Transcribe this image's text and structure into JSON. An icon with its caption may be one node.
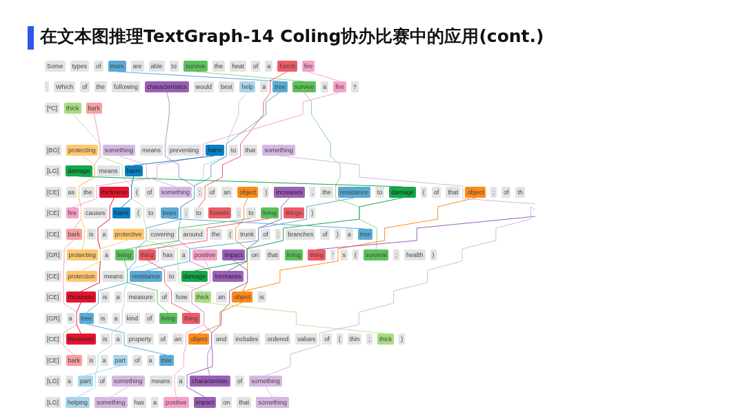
{
  "diagram": {
    "title": "在文本图推理TextGraph-14 Coling协办比赛中的应用(cont.)",
    "nodes": [
      {
        "text": [
          "Some"
        ]
      },
      {
        "text": [
          "types"
        ]
      },
      {
        "text": [
          "of"
        ]
      },
      {
        "text": [
          "trees"
        ]
      },
      {
        "text": [
          "are"
        ]
      },
      {
        "text": [
          "able"
        ]
      },
      {
        "text": [
          "to"
        ]
      },
      {
        "text": [
          "survive"
        ]
      },
      {
        "text": [
          "the"
        ]
      },
      {
        "text": [
          "heat"
        ]
      },
      {
        "text": [
          "of"
        ]
      },
      {
        "text": [
          "a"
        ]
      },
      {
        "text": [
          "forest"
        ]
      },
      {
        "text": [
          "fire"
        ]
      },
      {
        "text": [],
        "shape": "box"
      },
      {
        "text": [
          "Which"
        ]
      },
      {
        "text": [
          "of"
        ]
      },
      {
        "text": [
          "the"
        ]
      },
      {
        "text": [
          "following"
        ]
      },
      {
        "text": [
          "characteristics"
        ]
      },
      {
        "text": [
          "would"
        ]
      },
      {
        "text": [
          "best"
        ]
      },
      {
        "text": [
          "help"
        ]
      },
      {
        "text": [
          "a"
        ]
      },
      {
        "text": [
          "tree"
        ]
      },
      {
        "text": [
          "survive"
        ]
      },
      {
        "text": [
          "a"
        ]
      },
      {
        "text": [
          "fire"
        ]
      },
      {
        "text": [
          "?"
        ]
      },
      {
        "text": [
          "[*C]"
        ]
      },
      {
        "text": [
          "thick"
        ]
      },
      {
        "text": [
          "bark"
        ]
      },
      {
        "text": [
          "[BG]"
        ]
      },
      {
        "text": [
          "protecting"
        ]
      },
      {
        "text": [
          "something"
        ]
      },
      {
        "text": [
          "means"
        ]
      },
      {
        "text": [
          "preventing"
        ]
      },
      {
        "text": [
          "harm"
        ]
      },
      {
        "text": [
          "to"
        ]
      },
      {
        "text": [
          "that"
        ]
      },
      {
        "text": [
          "something"
        ]
      },
      {
        "text": [
          "[LG]"
        ]
      },
      {
        "text": [
          "damage"
        ]
      },
      {
        "text": [
          "means"
        ]
      },
      {
        "text": [
          "harm"
        ]
      },
      {
        "text": [
          "[CE]"
        ]
      },
      {
        "text": [
          "as"
        ]
      },
      {
        "text": [
          "the"
        ]
      },
      {
        "text": [
          "thickness"
        ]
      },
      {
        "text": [
          "("
        ]
      },
      {
        "text": [
          "of"
        ]
      },
      {
        "text": [
          "something"
        ]
      },
      {
        "text": [
          ";"
        ]
      },
      {
        "text": [
          "of"
        ]
      },
      {
        "text": [
          "an"
        ]
      },
      {
        "text": [
          "object"
        ]
      },
      {
        "text": [
          ")"
        ]
      },
      {
        "text": [
          "increases"
        ]
      },
      {
        "text": [
          ","
        ]
      },
      {
        "text": [
          "the"
        ]
      },
      {
        "text": [
          "resistance"
        ]
      },
      {
        "text": [
          "to"
        ]
      },
      {
        "text": [
          "damage"
        ]
      },
      {
        "text": [
          "("
        ]
      },
      {
        "text": [
          "of"
        ]
      },
      {
        "text": [
          "that"
        ]
      },
      {
        "text": [
          "object"
        ]
      },
      {
        "text": [
          ";"
        ]
      },
      {
        "text": [
          "of"
        ]
      },
      {
        "text": [
          "th"
        ]
      },
      {
        "text": [
          "[CE]"
        ]
      },
      {
        "text": [
          "fire"
        ]
      },
      {
        "text": [
          "causes"
        ]
      },
      {
        "text": [
          "harm"
        ]
      },
      {
        "text": [
          "("
        ]
      },
      {
        "text": [
          "to"
        ]
      },
      {
        "text": [
          "trees"
        ]
      },
      {
        "text": [
          ";"
        ]
      },
      {
        "text": [
          "to"
        ]
      },
      {
        "text": [
          "forests"
        ]
      },
      {
        "text": [
          ";"
        ]
      },
      {
        "text": [
          "to"
        ]
      },
      {
        "text": [
          "living"
        ]
      },
      {
        "text": [
          "things"
        ]
      },
      {
        "text": [
          ")"
        ]
      },
      {
        "text": [
          "[CE]"
        ]
      },
      {
        "text": [
          "bark"
        ]
      },
      {
        "text": [
          "is"
        ]
      },
      {
        "text": [
          "a"
        ]
      },
      {
        "text": [
          "protective"
        ]
      },
      {
        "text": [
          "covering"
        ]
      },
      {
        "text": [
          "around"
        ]
      },
      {
        "text": [
          "the"
        ]
      },
      {
        "text": [
          "("
        ]
      },
      {
        "text": [
          "trunk"
        ]
      },
      {
        "text": [
          "of"
        ]
      },
      {
        "text": [
          ";"
        ]
      },
      {
        "text": [
          "branches"
        ]
      },
      {
        "text": [
          "of"
        ]
      },
      {
        "text": [
          ")"
        ]
      },
      {
        "text": [
          "a"
        ]
      },
      {
        "text": [
          "tree"
        ]
      },
      {
        "text": [
          "[GR]"
        ]
      },
      {
        "text": [
          "protecting"
        ]
      },
      {
        "text": [
          "a"
        ]
      },
      {
        "text": [
          "living"
        ]
      },
      {
        "text": [
          "thing"
        ]
      },
      {
        "text": [
          "has"
        ]
      },
      {
        "text": [
          "a"
        ]
      },
      {
        "text": [
          "positive"
        ]
      },
      {
        "text": [
          "impact"
        ]
      },
      {
        "text": [
          "on"
        ]
      },
      {
        "text": [
          "that"
        ]
      },
      {
        "text": [
          "living"
        ]
      },
      {
        "text": [
          "thing"
        ]
      },
      {
        "text": [
          "'"
        ]
      },
      {
        "text": [
          "s"
        ]
      },
      {
        "text": [
          "("
        ]
      },
      {
        "text": [
          "survival"
        ]
      },
      {
        "text": [
          ";"
        ]
      },
      {
        "text": [
          "health"
        ]
      },
      {
        "text": [
          ")"
        ]
      },
      {
        "text": [
          "[CE]"
        ]
      },
      {
        "text": [
          "protection"
        ]
      },
      {
        "text": [
          "means"
        ]
      },
      {
        "text": [
          "resistance"
        ]
      },
      {
        "text": [
          "to"
        ]
      },
      {
        "text": [
          "damage"
        ]
      },
      {
        "text": [
          "increases"
        ]
      },
      {
        "text": [
          "[CE]"
        ]
      },
      {
        "text": [
          "thickness"
        ]
      },
      {
        "text": [
          "is"
        ]
      },
      {
        "text": [
          "a"
        ]
      },
      {
        "text": [
          "measure"
        ]
      },
      {
        "text": [
          "of"
        ]
      },
      {
        "text": [
          "how"
        ]
      },
      {
        "text": [
          "thick"
        ]
      },
      {
        "text": [
          "an"
        ]
      },
      {
        "text": [
          "object"
        ]
      },
      {
        "text": [
          "is"
        ]
      },
      {
        "text": [
          "[GR]"
        ]
      },
      {
        "text": [
          "a"
        ]
      },
      {
        "text": [
          "tree"
        ]
      },
      {
        "text": [
          "is"
        ]
      },
      {
        "text": [
          "a"
        ]
      },
      {
        "text": [
          "kind"
        ]
      },
      {
        "text": [
          "of"
        ]
      },
      {
        "text": [
          "living"
        ]
      },
      {
        "text": [
          "thing"
        ]
      },
      {
        "text": [
          "[CE]"
        ]
      },
      {
        "text": [
          "thickness"
        ]
      },
      {
        "text": [
          "is"
        ]
      },
      {
        "text": [
          "a"
        ]
      },
      {
        "text": [
          "property"
        ]
      },
      {
        "text": [
          "of"
        ]
      },
      {
        "text": [
          "an"
        ]
      },
      {
        "text": [
          "object"
        ]
      },
      {
        "text": [
          "and"
        ]
      },
      {
        "text": [
          "includes"
        ]
      },
      {
        "text": [
          "ordered"
        ]
      },
      {
        "text": [
          "values"
        ]
      },
      {
        "text": [
          "of"
        ]
      },
      {
        "text": [
          "("
        ]
      },
      {
        "text": [
          "thin"
        ]
      },
      {
        "text": [
          ";"
        ]
      },
      {
        "text": [
          "thick"
        ]
      },
      {
        "text": [
          ")"
        ]
      },
      {
        "text": [
          "[CE]"
        ]
      },
      {
        "text": [
          "bark"
        ]
      },
      {
        "text": [
          "is"
        ]
      },
      {
        "text": [
          "a"
        ]
      },
      {
        "text": [
          "part"
        ]
      },
      {
        "text": [
          "of"
        ]
      },
      {
        "text": [
          "a"
        ]
      },
      {
        "text": [
          "tree"
        ]
      },
      {
        "text": [
          "[LG]"
        ]
      },
      {
        "text": [
          "a"
        ]
      },
      {
        "text": [
          "part"
        ]
      },
      {
        "text": [
          "of"
        ]
      },
      {
        "text": [
          "something"
        ]
      },
      {
        "text": [
          "means"
        ]
      },
      {
        "text": [
          "a"
        ]
      },
      {
        "text": [
          "characteristic"
        ]
      },
      {
        "text": [
          "of"
        ]
      },
      {
        "text": [
          "something"
        ]
      },
      {
        "text": [
          "[LG]"
        ]
      },
      {
        "text": [
          "helping"
        ]
      },
      {
        "text": [
          "something"
        ]
      },
      {
        "text": [
          "has"
        ]
      },
      {
        "text": [
          "a"
        ]
      },
      {
        "text": [
          "positive"
        ]
      },
      {
        "text": [
          "impact"
        ]
      },
      {
        "text": [
          "on"
        ]
      },
      {
        "text": [
          "that"
        ]
      },
      {
        "text": [
          "something"
        ]
      }
    ],
    "edges": [
      {
        "from": 3,
        "to": 24,
        "arrow": "none",
        "color": "#5aaad6"
      },
      {
        "from": 7,
        "to": 25,
        "arrow": "none",
        "color": "#8fd48f"
      },
      {
        "from": 13,
        "to": 27,
        "arrow": "none",
        "color": "#f7a1c9"
      },
      {
        "from": 12,
        "to": 78,
        "arrow": "none",
        "color": "#f05a66"
      },
      {
        "from": 27,
        "to": 71,
        "arrow": "none",
        "color": "#f7a1c9"
      },
      {
        "from": 25,
        "to": 118,
        "arrow": "none",
        "color": "#8fd48f"
      },
      {
        "from": 19,
        "to": 182,
        "arrow": "none",
        "color": "#b48ccc"
      },
      {
        "from": 22,
        "to": 186,
        "arrow": "none",
        "color": "#a9d4ec"
      },
      {
        "from": 24,
        "to": 142,
        "arrow": "none",
        "color": "#5aaad6"
      },
      {
        "from": 30,
        "to": 136,
        "arrow": "none",
        "color": "#b8e398"
      },
      {
        "from": 31,
        "to": 86,
        "arrow": "none",
        "color": "#f6a0a0"
      },
      {
        "from": 37,
        "to": 44,
        "arrow": "none",
        "color": "#0a7fc4"
      },
      {
        "from": 44,
        "to": 73,
        "arrow": "none",
        "color": "#0a7fc4"
      },
      {
        "from": 42,
        "to": 62,
        "arrow": "none",
        "color": "#14a84a"
      },
      {
        "from": 33,
        "to": 103,
        "arrow": "none",
        "color": "#ffc870"
      },
      {
        "from": 34,
        "to": 51,
        "arrow": "none",
        "color": "#d6b8e2"
      },
      {
        "from": 48,
        "to": 130,
        "arrow": "none",
        "color": "#e8132e"
      },
      {
        "from": 130,
        "to": 150,
        "arrow": "none",
        "color": "#e8132e"
      },
      {
        "from": 55,
        "to": 138,
        "arrow": "none",
        "color": "#ff8a1a"
      },
      {
        "from": 138,
        "to": 156,
        "arrow": "none",
        "color": "#ff8a1a"
      },
      {
        "from": 66,
        "to": 138,
        "arrow": "none",
        "color": "#ff8a1a"
      },
      {
        "from": 57,
        "to": 128,
        "arrow": "none",
        "color": "#9a5fb8"
      },
      {
        "from": 60,
        "to": 125,
        "arrow": "none",
        "color": "#5aaad6"
      },
      {
        "from": 62,
        "to": 127,
        "arrow": "none",
        "color": "#14a84a"
      },
      {
        "from": 81,
        "to": 105,
        "arrow": "none",
        "color": "#5cc15c"
      },
      {
        "from": 82,
        "to": 106,
        "arrow": "none",
        "color": "#f05a66"
      },
      {
        "from": 76,
        "to": 101,
        "arrow": "none",
        "color": "#5aaad6"
      },
      {
        "from": 89,
        "to": 123,
        "arrow": "none",
        "color": "#ffc870"
      },
      {
        "from": 105,
        "to": 147,
        "arrow": "none",
        "color": "#5cc15c"
      },
      {
        "from": 106,
        "to": 148,
        "arrow": "none",
        "color": "#f05a66"
      },
      {
        "from": 109,
        "to": 190,
        "arrow": "none",
        "color": "#f7a1c9"
      },
      {
        "from": 110,
        "to": 191,
        "arrow": "none",
        "color": "#9a5fb8"
      },
      {
        "from": 171,
        "to": 177,
        "arrow": "none",
        "color": "#a9d4ec"
      },
      {
        "from": 142,
        "to": 174,
        "arrow": "none",
        "color": "#5aaad6"
      },
      {
        "from": 179,
        "to": 187,
        "arrow": "none",
        "color": "#d6b8e2"
      },
      {
        "from": 184,
        "to": 194,
        "arrow": "none",
        "color": "#d6b8e2"
      },
      {
        "from": 136,
        "to": 165,
        "arrow": "none",
        "color": "#b8e398"
      },
      {
        "from": 86,
        "to": 168,
        "arrow": "none",
        "color": "#f6a0a0"
      },
      {
        "from": 40,
        "to": null,
        "arrow": "none",
        "color": "#d6b8e2"
      },
      {
        "from": 114,
        "to": null,
        "arrow": "none",
        "color": "#9a5fb8"
      },
      {
        "from": 184,
        "to": null,
        "arrow": "none",
        "color": "#d6b8e2"
      }
    ]
  }
}
